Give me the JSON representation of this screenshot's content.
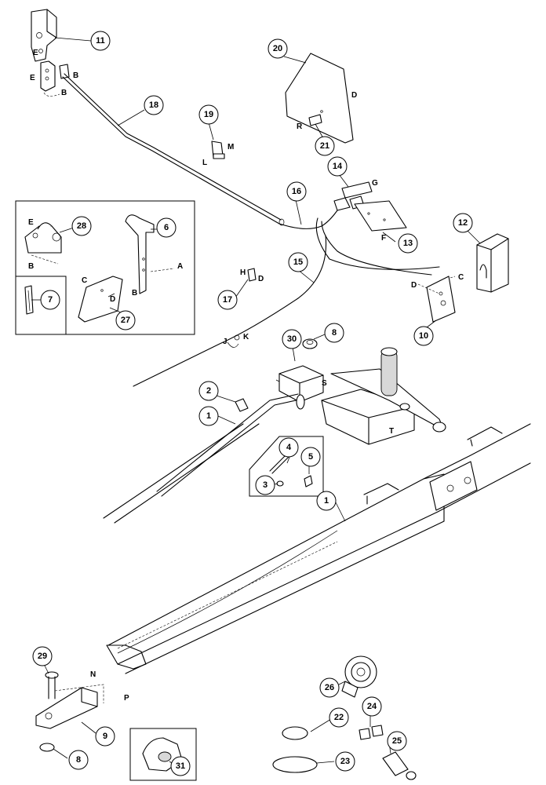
{
  "callouts": [
    {
      "id": "b11",
      "label": "11"
    },
    {
      "id": "b20",
      "label": "20"
    },
    {
      "id": "b18",
      "label": "18"
    },
    {
      "id": "b19",
      "label": "19"
    },
    {
      "id": "b21",
      "label": "21"
    },
    {
      "id": "b14",
      "label": "14"
    },
    {
      "id": "b16",
      "label": "16"
    },
    {
      "id": "b28",
      "label": "28"
    },
    {
      "id": "b6",
      "label": "6"
    },
    {
      "id": "b12",
      "label": "12"
    },
    {
      "id": "b13",
      "label": "13"
    },
    {
      "id": "b15",
      "label": "15"
    },
    {
      "id": "b7",
      "label": "7"
    },
    {
      "id": "b27",
      "label": "27"
    },
    {
      "id": "b17",
      "label": "17"
    },
    {
      "id": "b10",
      "label": "10"
    },
    {
      "id": "b30",
      "label": "30"
    },
    {
      "id": "b8a",
      "label": "8"
    },
    {
      "id": "b2",
      "label": "2"
    },
    {
      "id": "b1a",
      "label": "1"
    },
    {
      "id": "b4",
      "label": "4"
    },
    {
      "id": "b5",
      "label": "5"
    },
    {
      "id": "b3",
      "label": "3"
    },
    {
      "id": "b1b",
      "label": "1"
    },
    {
      "id": "b29",
      "label": "29"
    },
    {
      "id": "b26",
      "label": "26"
    },
    {
      "id": "b22",
      "label": "22"
    },
    {
      "id": "b24",
      "label": "24"
    },
    {
      "id": "b9",
      "label": "9"
    },
    {
      "id": "b25",
      "label": "25"
    },
    {
      "id": "b8b",
      "label": "8"
    },
    {
      "id": "b31",
      "label": "31"
    },
    {
      "id": "b23",
      "label": "23"
    }
  ],
  "letters": {
    "e_11a": "E",
    "e_11b": "E",
    "b_11a": "B",
    "b_11b": "B",
    "m_19": "M",
    "l_19": "L",
    "d_20": "D",
    "r_21": "R",
    "g_14": "G",
    "f_13": "F",
    "e_28": "E",
    "b_28": "B",
    "a_6": "A",
    "b_6": "B",
    "c_27": "C",
    "d_27": "D",
    "h_17": "H",
    "d_17": "D",
    "c_10": "C",
    "d_10": "D",
    "j_15": "J",
    "k_15": "K",
    "s_30": "S",
    "t_30": "T",
    "n_9": "N",
    "p_9": "P"
  }
}
